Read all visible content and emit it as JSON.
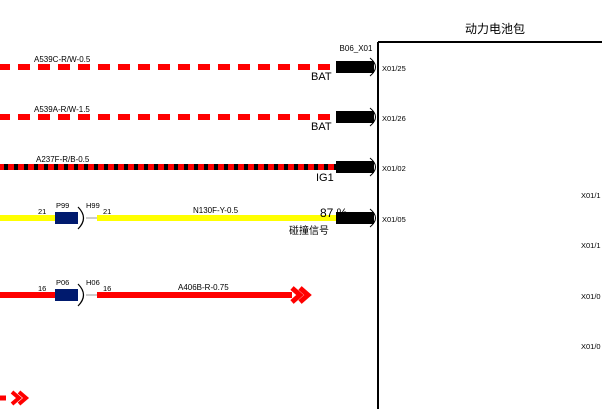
{
  "component": {
    "title": "动力电池包",
    "connector_id": "B06_X01"
  },
  "wires": [
    {
      "wire_label": "A539C-R/W-0.5",
      "signal": "BAT",
      "pin": "X01/25",
      "color": "#ff0000",
      "stripe": "#ffffff"
    },
    {
      "wire_label": "A539A-R/W-1.5",
      "signal": "BAT",
      "pin": "X01/26",
      "color": "#ff0000",
      "stripe": "#ffffff"
    },
    {
      "wire_label": "A237F-R/B-0.5",
      "signal": "IG1",
      "pin": "X01/02",
      "color": "#ff0000",
      "stripe": "#000000"
    },
    {
      "wire_label": "N130F-Y-0.5",
      "signal": "碰撞信号",
      "signal_extra": "87 %",
      "pin": "X01/05",
      "color": "#ffff00",
      "left_pin": "21",
      "left_connector": "P99",
      "right_connector": "H99",
      "right_pin": "21"
    },
    {
      "wire_label": "A406B-R-0.75",
      "color": "#ff0000",
      "left_pin": "16",
      "left_connector": "P06",
      "right_connector": "H06",
      "right_pin": "16"
    }
  ],
  "right_pins": [
    "X01/1",
    "X01/1",
    "X01/0",
    "X01/0"
  ],
  "colors": {
    "red": "#ff0000",
    "yellow": "#ffff00",
    "navy": "#001a6e",
    "black": "#000000"
  }
}
